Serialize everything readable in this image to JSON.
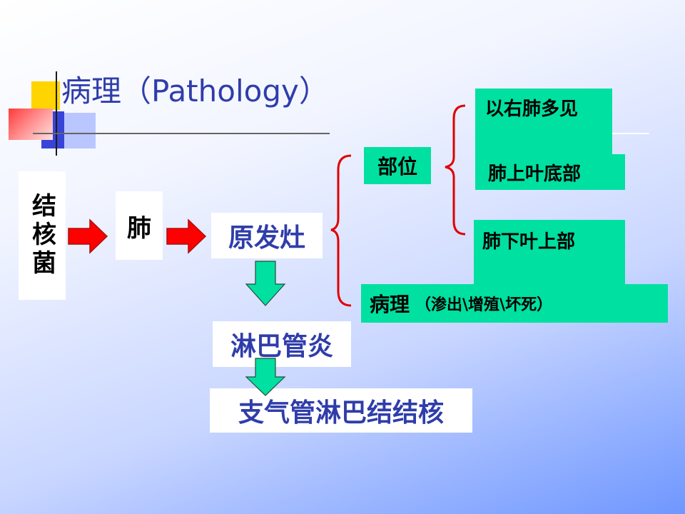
{
  "title": "病理（Pathology）",
  "nodes": {
    "bacteria": "结核菌",
    "lung": "肺",
    "primary_focus": "原发灶",
    "lymphangitis": "淋巴管炎",
    "bronchial_lymph_tb": "支气管淋巴结结核"
  },
  "branches": {
    "location": "部位",
    "pathology": "病理",
    "pathology_detail": "（渗出\\增殖\\坏死）",
    "sub": {
      "right_lung": "以右肺多见",
      "upper_lobe_base": "肺上叶底部",
      "lower_lobe_top": "肺下叶上部"
    }
  },
  "colors": {
    "title": "#2f3daa",
    "arrow_red": "#ff0000",
    "arrow_green": "#00e0a0",
    "brace_red": "#e00000",
    "highlight_box": "#00e0a0"
  }
}
